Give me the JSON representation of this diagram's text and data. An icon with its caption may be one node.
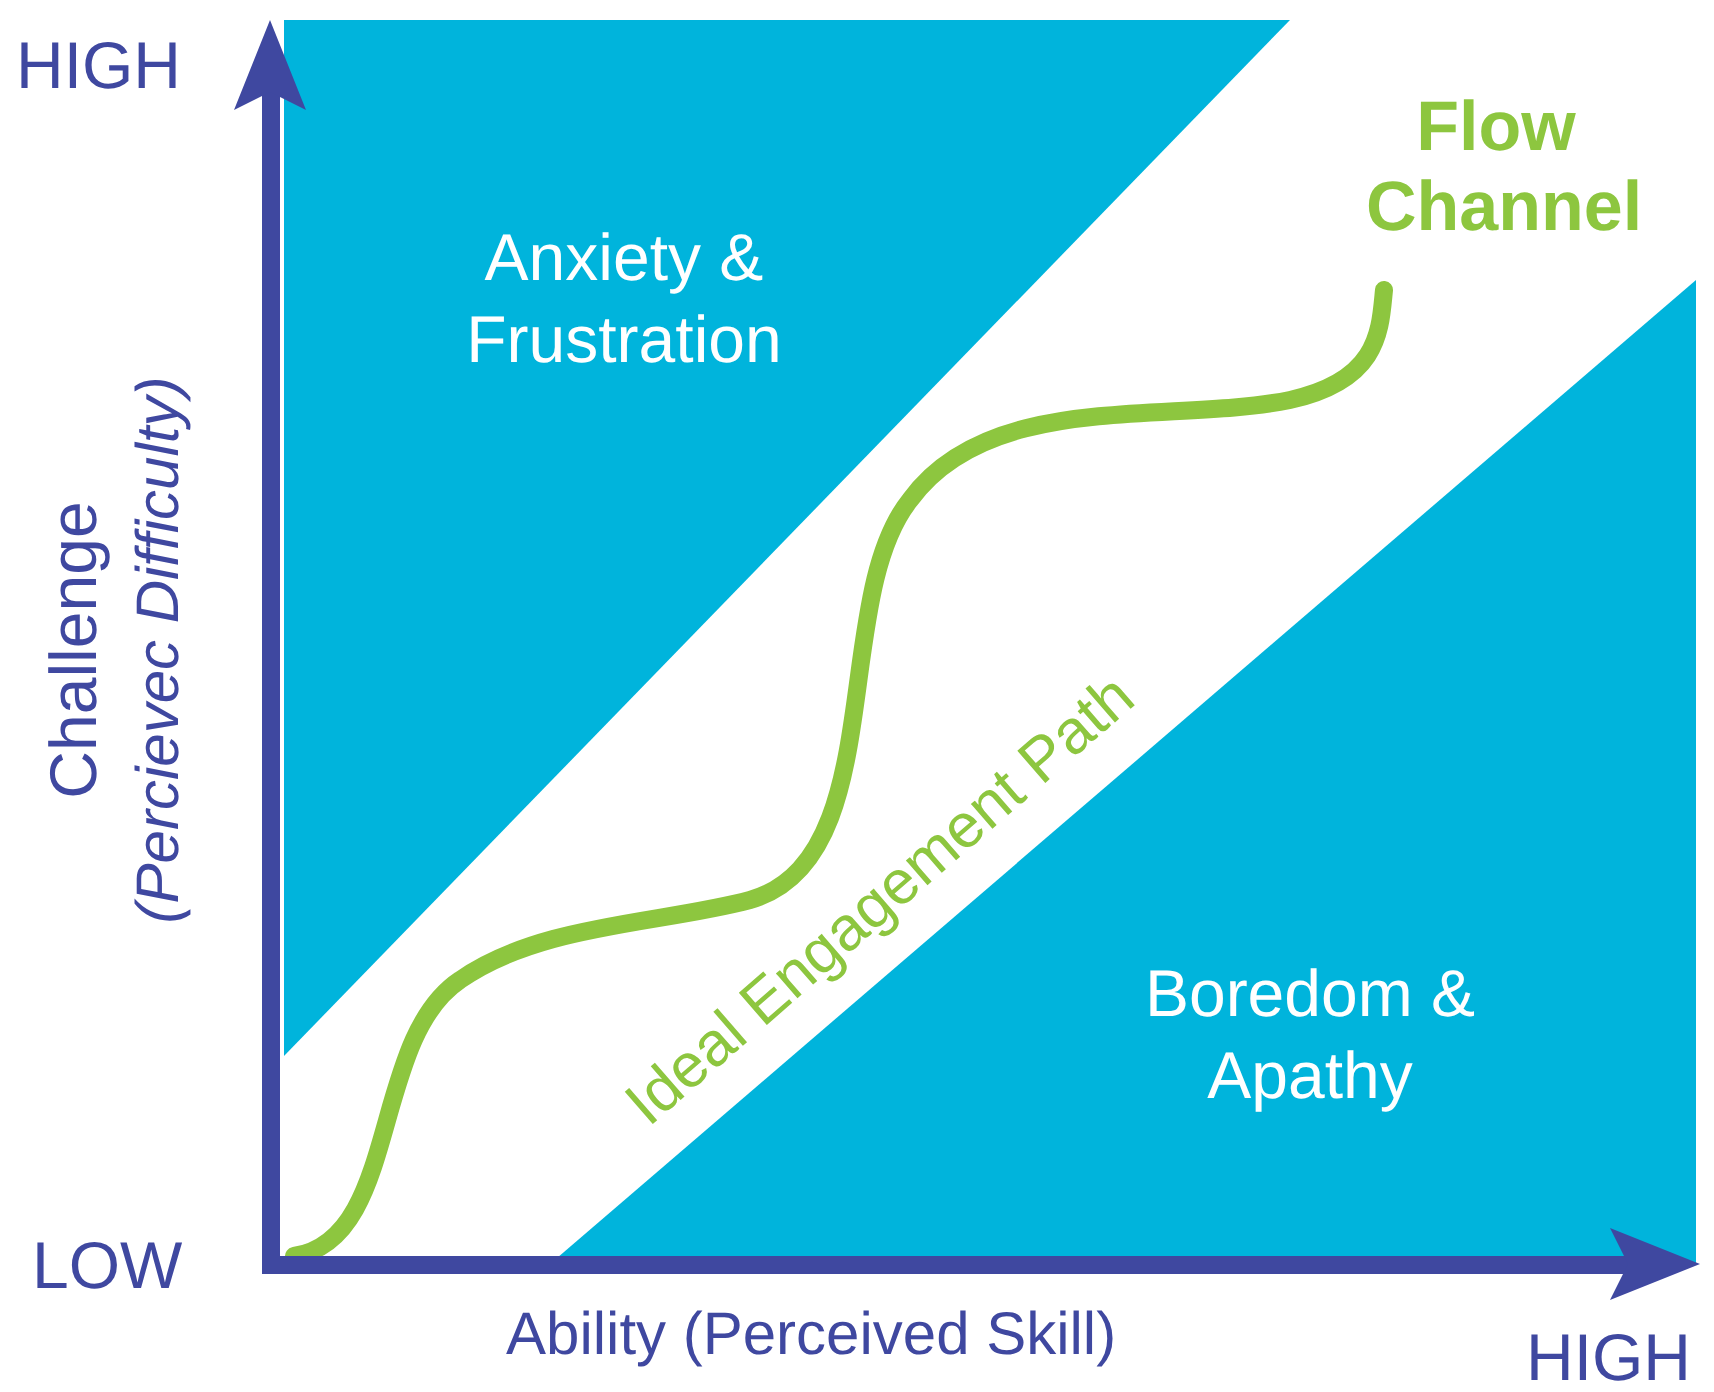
{
  "diagram": {
    "nodes": [
      {
        "text": [
          "Anxiety & Frustration"
        ]
      },
      {
        "text": [
          "Boredom & Apathy"
        ]
      }
    ],
    "edges": [],
    "labels": [
      "HIGH",
      "Challenge",
      "(Percievec Difficulty)",
      "Flow Channel",
      "Ideal Engagement Path",
      "LOW",
      "Ability (Perceived Skill)",
      "HIGH"
    ]
  }
}
